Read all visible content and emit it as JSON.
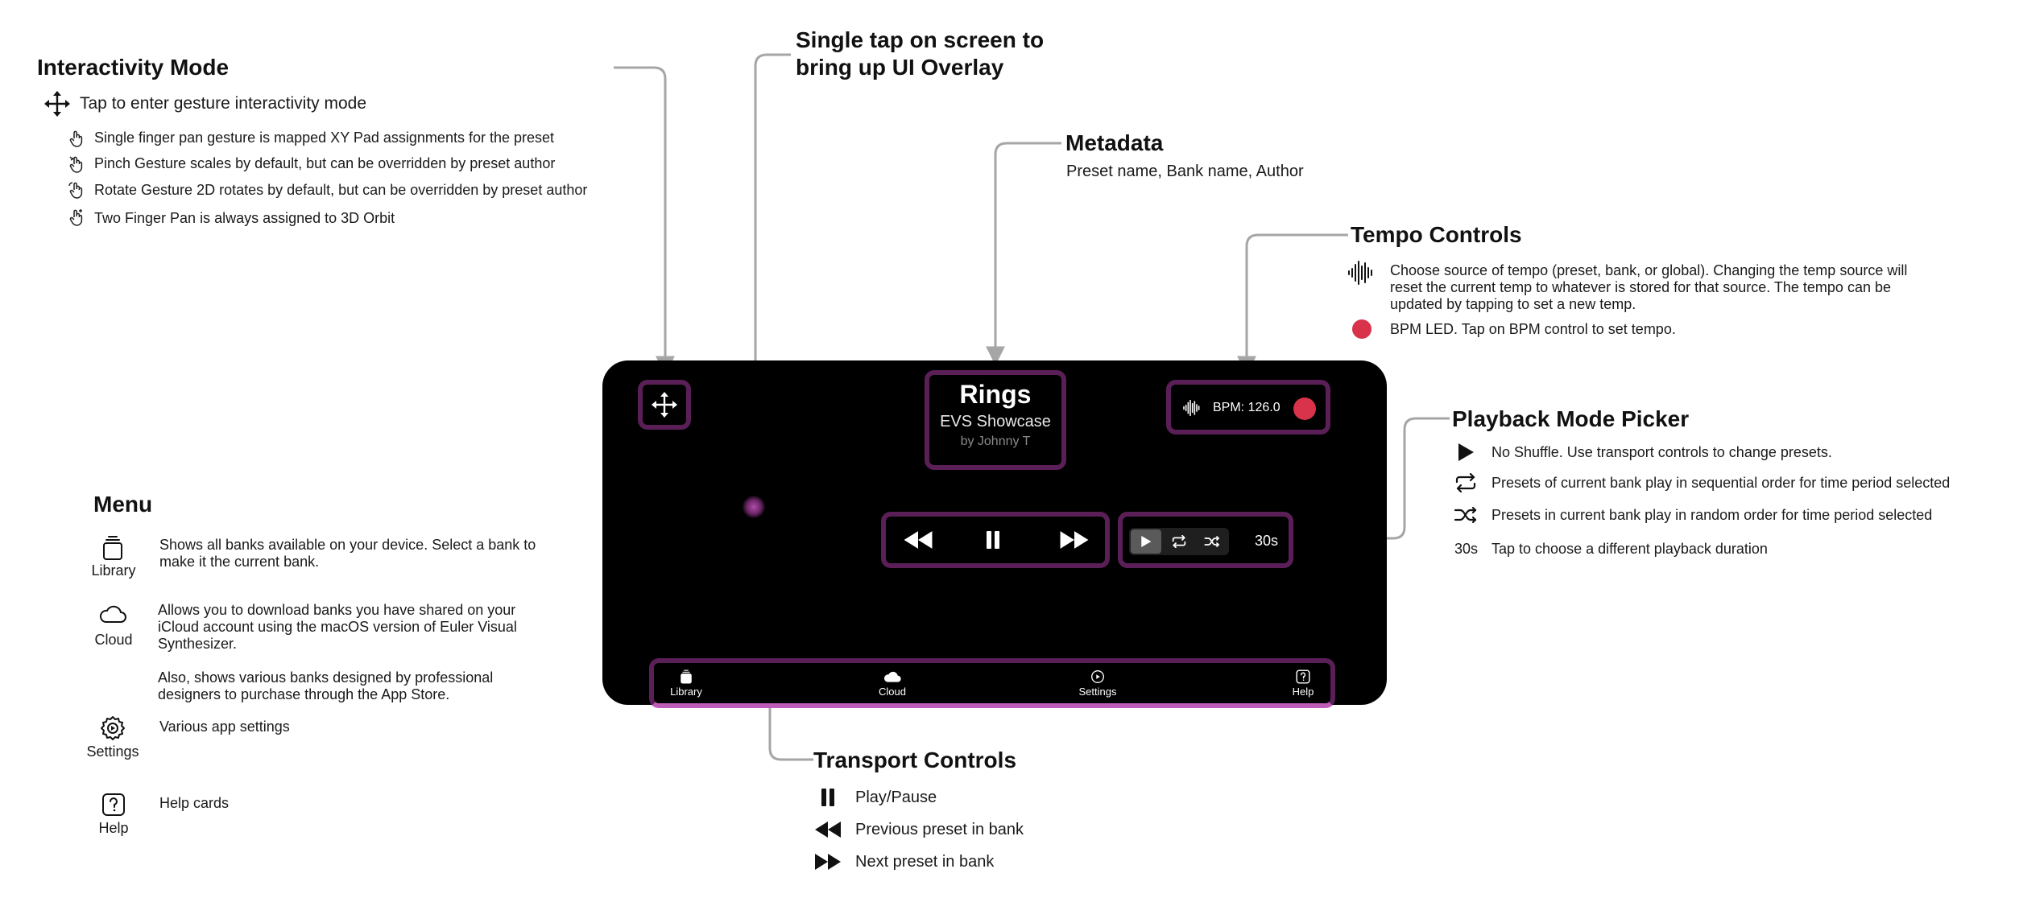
{
  "interactivity": {
    "title": "Interactivity Mode",
    "main": "Tap to enter gesture interactivity mode",
    "items": [
      "Single finger pan gesture is mapped XY Pad assignments for the preset",
      "Pinch Gesture scales by default, but can be overridden by preset author",
      "Rotate Gesture 2D rotates by default, but can be overridden by preset author",
      "Two Finger Pan is always assigned to 3D Orbit"
    ]
  },
  "overlay": {
    "line1": "Single tap on screen to",
    "line2": "bring up UI Overlay"
  },
  "metadata": {
    "title": "Metadata",
    "desc": "Preset name, Bank name, Author"
  },
  "tempo": {
    "title": "Tempo Controls",
    "source_lines": [
      "Choose source of tempo (preset, bank, or global). Changing the temp source will",
      "reset the current temp to whatever is stored for that source. The tempo can be",
      "updated by tapping to set a new temp."
    ],
    "led_desc": "BPM LED. Tap on BPM control to set tempo.",
    "led_color": "#d8334a"
  },
  "playback": {
    "title": "Playback Mode Picker",
    "no_shuffle": "No Shuffle. Use transport controls to change presets.",
    "sequential": "Presets of current bank play in sequential order for time period selected",
    "random": "Presets in current bank play in random order for time period selected",
    "duration_label": "30s",
    "duration_desc": "Tap to choose a different playback duration"
  },
  "menu": {
    "title": "Menu",
    "library": {
      "label": "Library",
      "lines": [
        "Shows all banks available on your device. Select a bank to",
        "make it the current bank."
      ]
    },
    "cloud": {
      "label": "Cloud",
      "lines": [
        "Allows you to download banks you have shared on your",
        "iCloud account using the macOS version of Euler Visual",
        "Synthesizer."
      ],
      "lines2": [
        "Also, shows various banks designed by professional",
        "designers to purchase through the App Store."
      ]
    },
    "settings": {
      "label": "Settings",
      "desc": "Various app settings"
    },
    "help": {
      "label": "Help",
      "desc": "Help cards"
    }
  },
  "transport": {
    "title": "Transport Controls",
    "play_pause": "Play/Pause",
    "previous": "Previous preset in bank",
    "next": "Next preset in bank"
  },
  "device": {
    "preset_name": "Rings",
    "bank_name": "EVS Showcase",
    "author": "by Johnny T",
    "bpm": "BPM: 126.0",
    "duration": "30s",
    "menu": {
      "library": "Library",
      "cloud": "Cloud",
      "settings": "Settings",
      "help": "Help"
    },
    "highlight_color": "#5b1f57",
    "led_color": "#d8334a"
  }
}
